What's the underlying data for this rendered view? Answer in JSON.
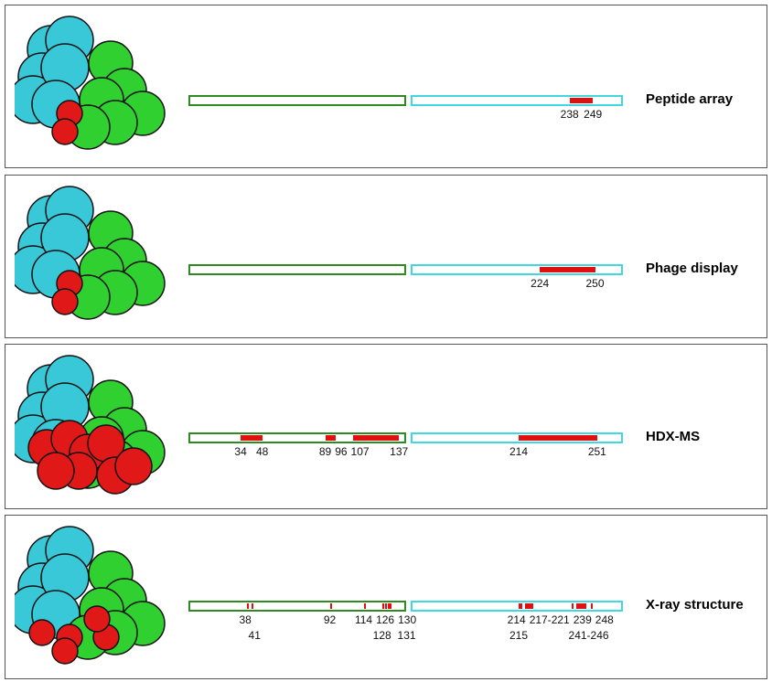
{
  "colors": {
    "domain1": "#2e8b22",
    "domain2": "#3fd8e0",
    "epitope": "#e01010"
  },
  "panels": [
    {
      "title": "Peptide array",
      "segments": [
        [
          238,
          249
        ]
      ],
      "labels": [
        {
          "text": "238",
          "res": 238,
          "row": 0
        },
        {
          "text": "249",
          "res": 249,
          "row": 0
        }
      ]
    },
    {
      "title": "Phage display",
      "segments": [
        [
          224,
          250
        ]
      ],
      "labels": [
        {
          "text": "224",
          "res": 224,
          "row": 0
        },
        {
          "text": "250",
          "res": 250,
          "row": 0
        }
      ]
    },
    {
      "title": "HDX-MS",
      "segments": [
        [
          34,
          48
        ],
        [
          89,
          96
        ],
        [
          107,
          137
        ],
        [
          214,
          251
        ]
      ],
      "labels": [
        {
          "text": "34",
          "res": 34,
          "row": 0
        },
        {
          "text": "48",
          "res": 48,
          "row": 0
        },
        {
          "text": "89",
          "res": 89,
          "row": 0
        },
        {
          "text": "96",
          "res": 96,
          "row": 0
        },
        {
          "text": "107",
          "res": 107,
          "row": 0
        },
        {
          "text": "137",
          "res": 137,
          "row": 0
        },
        {
          "text": "214",
          "res": 214,
          "row": 0
        },
        {
          "text": "251",
          "res": 251,
          "row": 0
        }
      ]
    },
    {
      "title": "X-ray structure",
      "segments": [
        [
          38,
          38
        ],
        [
          41,
          41
        ],
        [
          92,
          92
        ],
        [
          114,
          114
        ],
        [
          126,
          126
        ],
        [
          128,
          128
        ],
        [
          130,
          130
        ],
        [
          131,
          131
        ],
        [
          214,
          214
        ],
        [
          215,
          215
        ],
        [
          217,
          221
        ],
        [
          239,
          239
        ],
        [
          241,
          246
        ],
        [
          248,
          248
        ]
      ],
      "labels": [
        {
          "text": "38",
          "res": 37,
          "row": 0
        },
        {
          "text": "41",
          "res": 43,
          "row": 1
        },
        {
          "text": "92",
          "res": 92,
          "row": 0
        },
        {
          "text": "114",
          "res": 114,
          "row": 0
        },
        {
          "text": "126",
          "res": 125,
          "row": 0
        },
        {
          "text": "130",
          "res": 133,
          "row": 0
        },
        {
          "text": "128",
          "res": 126,
          "row": 1
        },
        {
          "text": "131",
          "res": 142,
          "row": 1
        },
        {
          "text": "214",
          "res": 213,
          "row": 0
        },
        {
          "text": "217-221",
          "res": 227,
          "row": 0
        },
        {
          "text": "239",
          "res": 240,
          "row": 0
        },
        {
          "text": "248",
          "res": 254,
          "row": 0
        },
        {
          "text": "215",
          "res": 214,
          "row": 1
        },
        {
          "text": "241-246",
          "res": 247,
          "row": 1
        }
      ]
    }
  ]
}
